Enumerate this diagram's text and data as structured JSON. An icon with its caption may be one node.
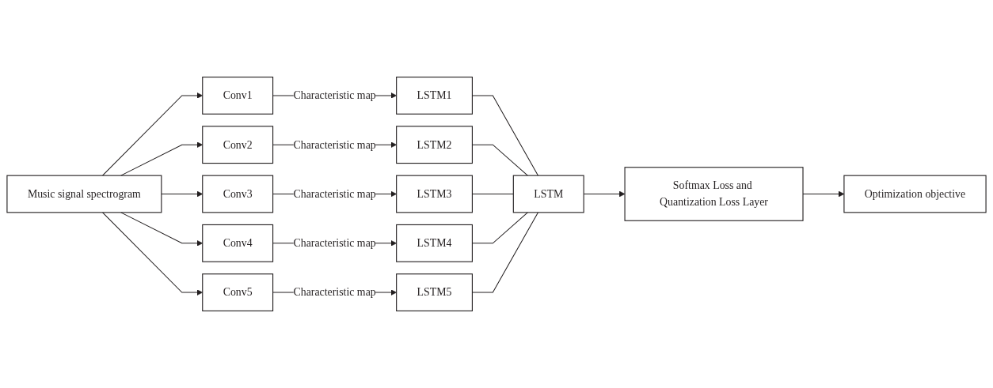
{
  "diagram": {
    "nodes": [
      {
        "text": [
          "Music signal spectrogram"
        ]
      },
      {
        "text": [
          "Conv1"
        ]
      },
      {
        "text": [
          "Conv2"
        ]
      },
      {
        "text": [
          "Conv3"
        ]
      },
      {
        "text": [
          "Conv4"
        ]
      },
      {
        "text": [
          "Conv5"
        ]
      },
      {
        "text": [
          "LSTM1"
        ]
      },
      {
        "text": [
          "LSTM2"
        ]
      },
      {
        "text": [
          "LSTM3"
        ]
      },
      {
        "text": [
          "LSTM4"
        ]
      },
      {
        "text": [
          "LSTM5"
        ]
      },
      {
        "text": [
          "LSTM"
        ]
      },
      {
        "text": [
          "Softmax Loss and Quantization Loss Layer"
        ]
      },
      {
        "text": [
          "Optimization objective"
        ]
      }
    ],
    "edges": [
      {
        "from": 0,
        "to": 1,
        "arrow": "to"
      },
      {
        "from": 0,
        "to": 2,
        "arrow": "to"
      },
      {
        "from": 0,
        "to": 3,
        "arrow": "to"
      },
      {
        "from": 0,
        "to": 4,
        "arrow": "to"
      },
      {
        "from": 0,
        "to": 5,
        "arrow": "to"
      },
      {
        "from": 1,
        "to": 6,
        "arrow": "to",
        "label": "Characteristic map"
      },
      {
        "from": 2,
        "to": 7,
        "arrow": "to",
        "label": "Characteristic map"
      },
      {
        "from": 3,
        "to": 8,
        "arrow": "to",
        "label": "Characteristic map"
      },
      {
        "from": 4,
        "to": 9,
        "arrow": "to",
        "label": "Characteristic map"
      },
      {
        "from": 5,
        "to": 10,
        "arrow": "to",
        "label": "Characteristic map"
      },
      {
        "from": 6,
        "to": 11,
        "arrow": "none"
      },
      {
        "from": 7,
        "to": 11,
        "arrow": "none"
      },
      {
        "from": 8,
        "to": 11,
        "arrow": "none"
      },
      {
        "from": 9,
        "to": 11,
        "arrow": "none"
      },
      {
        "from": 10,
        "to": 11,
        "arrow": "none"
      },
      {
        "from": 11,
        "to": 12,
        "arrow": "to"
      },
      {
        "from": 12,
        "to": 13,
        "arrow": "to"
      }
    ]
  }
}
